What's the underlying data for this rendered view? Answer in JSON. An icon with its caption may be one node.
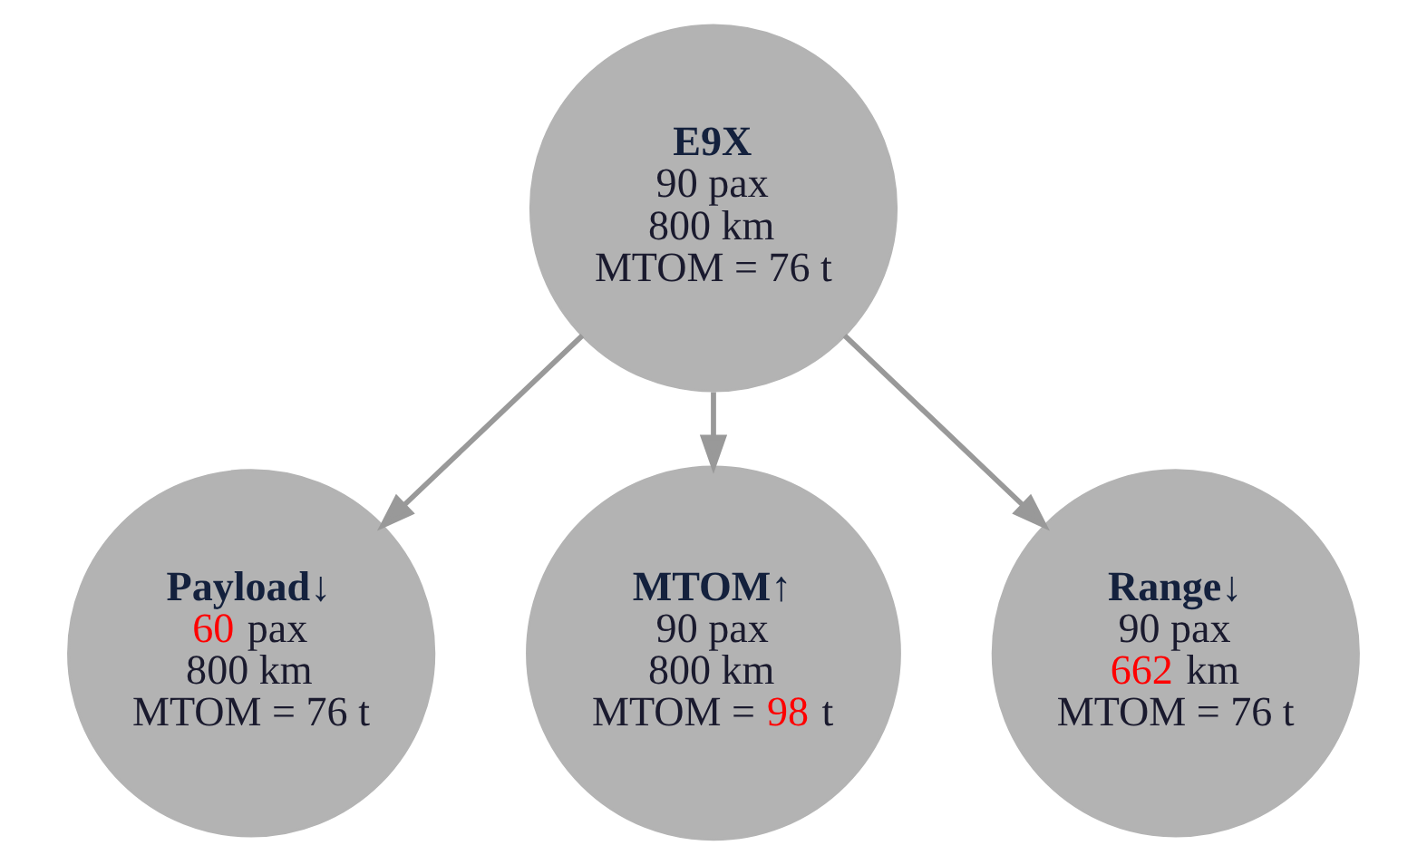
{
  "diagram": {
    "nodes": [
      {
        "text": [
          "E9X",
          "90 pax",
          "800 km",
          "MTOM = 76 t"
        ]
      },
      {
        "text": [
          "Payload↓",
          "60 pax",
          "800 km",
          "MTOM = 76 t"
        ]
      },
      {
        "text": [
          "MTOM↑",
          "90 pax",
          "800 km",
          "MTOM = 98 t"
        ]
      },
      {
        "text": [
          "Range↓",
          "90 pax",
          "662 km",
          "MTOM = 76 t"
        ]
      }
    ],
    "edges": [
      {
        "from": 0,
        "to": 1,
        "arrow": "to"
      },
      {
        "from": 0,
        "to": 2,
        "arrow": "to"
      },
      {
        "from": 0,
        "to": 3,
        "arrow": "to"
      }
    ]
  }
}
